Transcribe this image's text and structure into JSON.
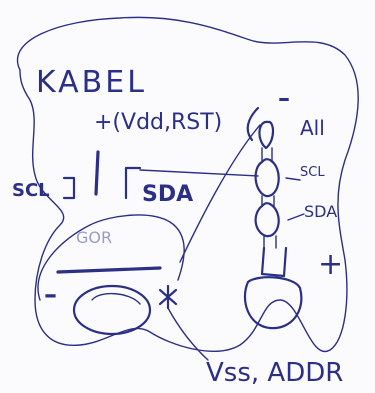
{
  "labels": {
    "kabel": "KABEL",
    "vdd_rst": "+(Vdd,RST)",
    "minus_top": "–",
    "top_right": "All",
    "scl_left": "SCL",
    "sda_left": "SDA",
    "scl_right": "SCL",
    "sda_right": "SDA",
    "gor": "GOR",
    "plus_right": "+",
    "minus_left": "–",
    "vss_addr": "Vss, ADDR"
  }
}
